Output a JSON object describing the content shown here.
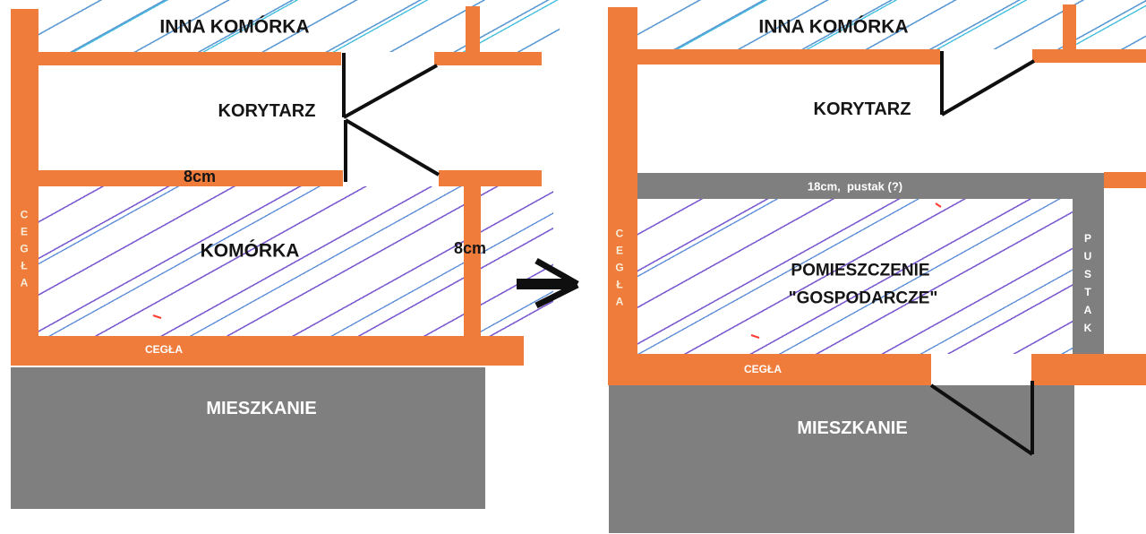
{
  "colors": {
    "wall_brick_orange": "#f07c3c",
    "concrete_gray": "#7f7f7f",
    "hatch_blue": "#5e9bd4",
    "hatch_cyan": "#44bfdd",
    "hatch_purple": "#7d5ed2",
    "door_line_black": "#0f0f0f",
    "annotation_red": "#ff3b30",
    "wall_text_cream": "#f7edd8",
    "wall_text_white": "#ffffff"
  },
  "left_diagram": {
    "top_area_label": "INNA KOMÓRKA",
    "corridor_label": "KORYTARZ",
    "corridor_wall_thickness_label": "8cm",
    "room_label": "KOMÓRKA",
    "room_right_wall_thickness_label": "8cm",
    "left_wall_material_label": "CEGŁA",
    "bottom_wall_material_label": "CEGŁA",
    "apartment_label": "MIESZKANIE"
  },
  "right_diagram": {
    "top_area_label": "INNA KOMÓRKA",
    "corridor_label": "KORYTARZ",
    "top_wall_label": "18cm,  pustak (?)",
    "room_label_line1": "POMIESZCZENIE",
    "room_label_line2": "\"GOSPODARCZE\"",
    "left_wall_material_label": "CEGŁA",
    "right_wall_material_label": "PUSTAK",
    "bottom_wall_material_label": "CEGŁA",
    "apartment_label": "MIESZKANIE"
  }
}
